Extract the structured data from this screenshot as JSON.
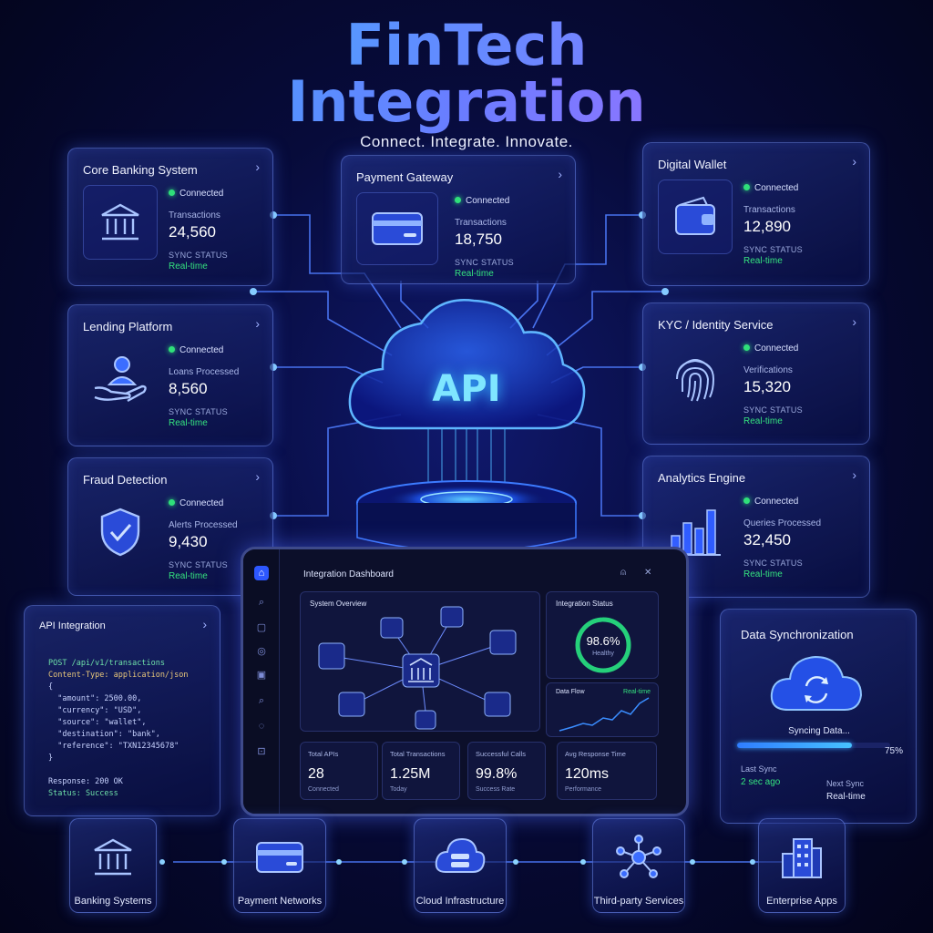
{
  "header": {
    "title_line1": "FinTech",
    "title_line2": "Integration",
    "tagline": "Connect. Integrate. Innovate."
  },
  "hub": {
    "label": "API"
  },
  "services": [
    {
      "title": "Core Banking System",
      "status": "Connected",
      "metric_label": "Transactions",
      "metric_value": "24,560",
      "sync_label": "SYNC STATUS",
      "sync_value": "Real-time",
      "icon": "bank-icon"
    },
    {
      "title": "Payment Gateway",
      "status": "Connected",
      "metric_label": "Transactions",
      "metric_value": "18,750",
      "sync_label": "SYNC STATUS",
      "sync_value": "Real-time",
      "icon": "credit-card-icon"
    },
    {
      "title": "Digital Wallet",
      "status": "Connected",
      "metric_label": "Transactions",
      "metric_value": "12,890",
      "sync_label": "SYNC STATUS",
      "sync_value": "Real-time",
      "icon": "wallet-icon"
    },
    {
      "title": "Lending Platform",
      "status": "Connected",
      "metric_label": "Loans Processed",
      "metric_value": "8,560",
      "sync_label": "SYNC STATUS",
      "sync_value": "Real-time",
      "icon": "hand-user-icon"
    },
    {
      "title": "KYC / Identity Service",
      "status": "Connected",
      "metric_label": "Verifications",
      "metric_value": "15,320",
      "sync_label": "SYNC STATUS",
      "sync_value": "Real-time",
      "icon": "fingerprint-icon"
    },
    {
      "title": "Fraud Detection",
      "status": "Connected",
      "metric_label": "Alerts Processed",
      "metric_value": "9,430",
      "sync_label": "SYNC STATUS",
      "sync_value": "Real-time",
      "icon": "shield-check-icon"
    },
    {
      "title": "Analytics Engine",
      "status": "Connected",
      "metric_label": "Queries Processed",
      "metric_value": "32,450",
      "sync_label": "SYNC STATUS",
      "sync_value": "Real-time",
      "icon": "bar-chart-icon"
    }
  ],
  "api_integration": {
    "title": "API Integration",
    "request_line": "POST /api/v1/transactions",
    "content_type": "Content-Type: application/json",
    "open_brace": "{",
    "body": [
      "\"amount\": 2500.00,",
      "\"currency\": \"USD\",",
      "\"source\": \"wallet\",",
      "\"destination\": \"bank\",",
      "\"reference\": \"TXN12345678\""
    ],
    "close_brace": "}",
    "response": "Response: 200 OK",
    "status": "Status: Success"
  },
  "dashboard": {
    "title": "Integration Dashboard",
    "system_overview": "System Overview",
    "integration_status": "Integration Status",
    "health_value": "98.6%",
    "health_label": "Healthy",
    "health_fraction": 0.986,
    "data_flow": "Data Flow",
    "data_flow_mode": "Real-time",
    "stats": [
      {
        "label": "Total APIs",
        "value": "28",
        "sub": "Connected"
      },
      {
        "label": "Total Transactions",
        "value": "1.25M",
        "sub": "Today"
      },
      {
        "label": "Successful Calls",
        "value": "99.8%",
        "sub": "Success Rate"
      },
      {
        "label": "Avg Response Time",
        "value": "120ms",
        "sub": "Performance"
      }
    ]
  },
  "data_sync": {
    "title": "Data Synchronization",
    "status_text": "Syncing Data...",
    "progress_label": "75%",
    "progress_fraction": 0.75,
    "last_sync_label": "Last Sync",
    "last_sync_value": "2 sec ago",
    "next_sync_label": "Next Sync",
    "next_sync_value": "Real-time"
  },
  "endpoints": [
    {
      "label": "Banking Systems",
      "icon": "bank-icon"
    },
    {
      "label": "Payment Networks",
      "icon": "credit-card-icon"
    },
    {
      "label": "Cloud Infrastructure",
      "icon": "cloud-server-icon"
    },
    {
      "label": "Third-party Services",
      "icon": "network-hub-icon"
    },
    {
      "label": "Enterprise Apps",
      "icon": "building-icon"
    }
  ],
  "colors": {
    "accent": "#2d57ff",
    "glow": "#38b8ff",
    "connected": "#2fe07a",
    "realtime": "#35e37f"
  }
}
